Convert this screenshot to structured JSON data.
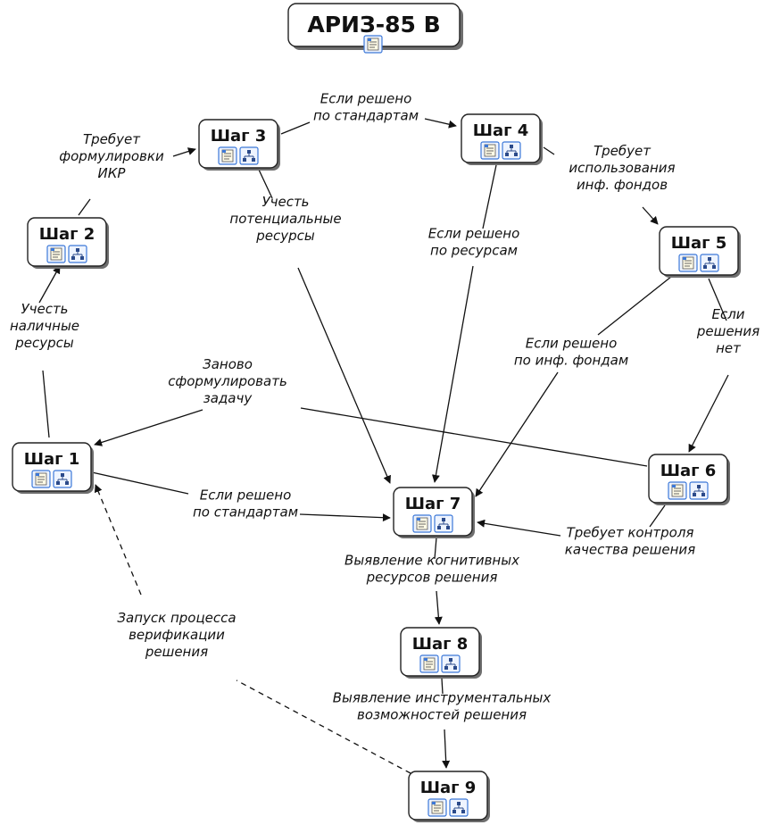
{
  "title": "АРИЗ-85 В",
  "icons": {
    "note": "note-icon",
    "map": "submap-icon"
  },
  "colors": {
    "icon_border": "#3c78d8",
    "icon_fill": "#eef4ff",
    "line": "#111111"
  },
  "nodes": [
    {
      "id": "step1",
      "label": "Шаг 1"
    },
    {
      "id": "step2",
      "label": "Шаг 2"
    },
    {
      "id": "step3",
      "label": "Шаг 3"
    },
    {
      "id": "step4",
      "label": "Шаг 4"
    },
    {
      "id": "step5",
      "label": "Шаг 5"
    },
    {
      "id": "step6",
      "label": "Шаг 6"
    },
    {
      "id": "step7",
      "label": "Шаг 7"
    },
    {
      "id": "step8",
      "label": "Шаг 8"
    },
    {
      "id": "step9",
      "label": "Шаг 9"
    }
  ],
  "edges": [
    {
      "id": "e1-2",
      "from": "step1",
      "to": "step2",
      "label": [
        "Учесть",
        "наличные",
        "ресурсы"
      ]
    },
    {
      "id": "e2-3",
      "from": "step2",
      "to": "step3",
      "label": [
        "Требует",
        "формулировки",
        "ИКР"
      ]
    },
    {
      "id": "e3-4",
      "from": "step3",
      "to": "step4",
      "label": [
        "Если решено",
        "по стандартам"
      ]
    },
    {
      "id": "e4-5",
      "from": "step4",
      "to": "step5",
      "label": [
        "Требует",
        "использования",
        "инф. фондов"
      ]
    },
    {
      "id": "e3-7",
      "from": "step3",
      "to": "step7",
      "label": [
        "Учесть",
        "потенциальные",
        "ресурсы"
      ]
    },
    {
      "id": "e4-7",
      "from": "step4",
      "to": "step7",
      "label": [
        "Если решено",
        "по ресурсам"
      ]
    },
    {
      "id": "e5-7",
      "from": "step5",
      "to": "step7",
      "label": [
        "Если решено",
        "по инф. фондам"
      ]
    },
    {
      "id": "e5-6",
      "from": "step5",
      "to": "step6",
      "label": [
        "Если",
        "решения",
        "нет"
      ]
    },
    {
      "id": "e6-1",
      "from": "step6",
      "to": "step1",
      "label": [
        "Заново",
        "сформулировать",
        "задачу"
      ]
    },
    {
      "id": "e1-7",
      "from": "step1",
      "to": "step7",
      "label": [
        "Если решено",
        "по стандартам"
      ]
    },
    {
      "id": "e6-7",
      "from": "step6",
      "to": "step7",
      "label": [
        "Требует контроля",
        "качества решения"
      ]
    },
    {
      "id": "e7-8",
      "from": "step7",
      "to": "step8",
      "label": [
        "Выявление когнитивных",
        "ресурсов решения"
      ]
    },
    {
      "id": "e8-9",
      "from": "step8",
      "to": "step9",
      "label": [
        "Выявление инструментальных",
        "возможностей решения"
      ]
    },
    {
      "id": "e9-1",
      "from": "step9",
      "to": "step1",
      "label": [
        "Запуск процесса",
        "верификации",
        "решения"
      ],
      "dashed": true
    }
  ]
}
